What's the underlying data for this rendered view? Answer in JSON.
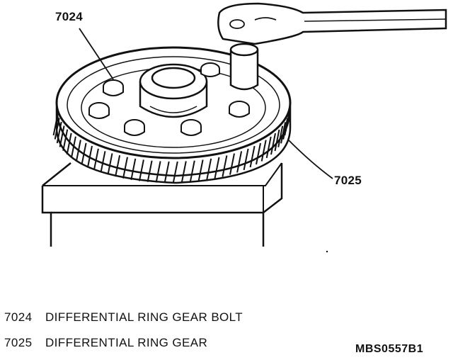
{
  "callouts": {
    "bolt_ref": "7024",
    "gear_ref": "7025"
  },
  "legend": [
    {
      "number": "7024",
      "description": "DIFFERENTIAL RING GEAR BOLT"
    },
    {
      "number": "7025",
      "description": "DIFFERENTIAL RING GEAR"
    }
  ],
  "figure_id": "MBS0557B1",
  "colors": {
    "ink": "#111111",
    "paper": "#ffffff"
  }
}
